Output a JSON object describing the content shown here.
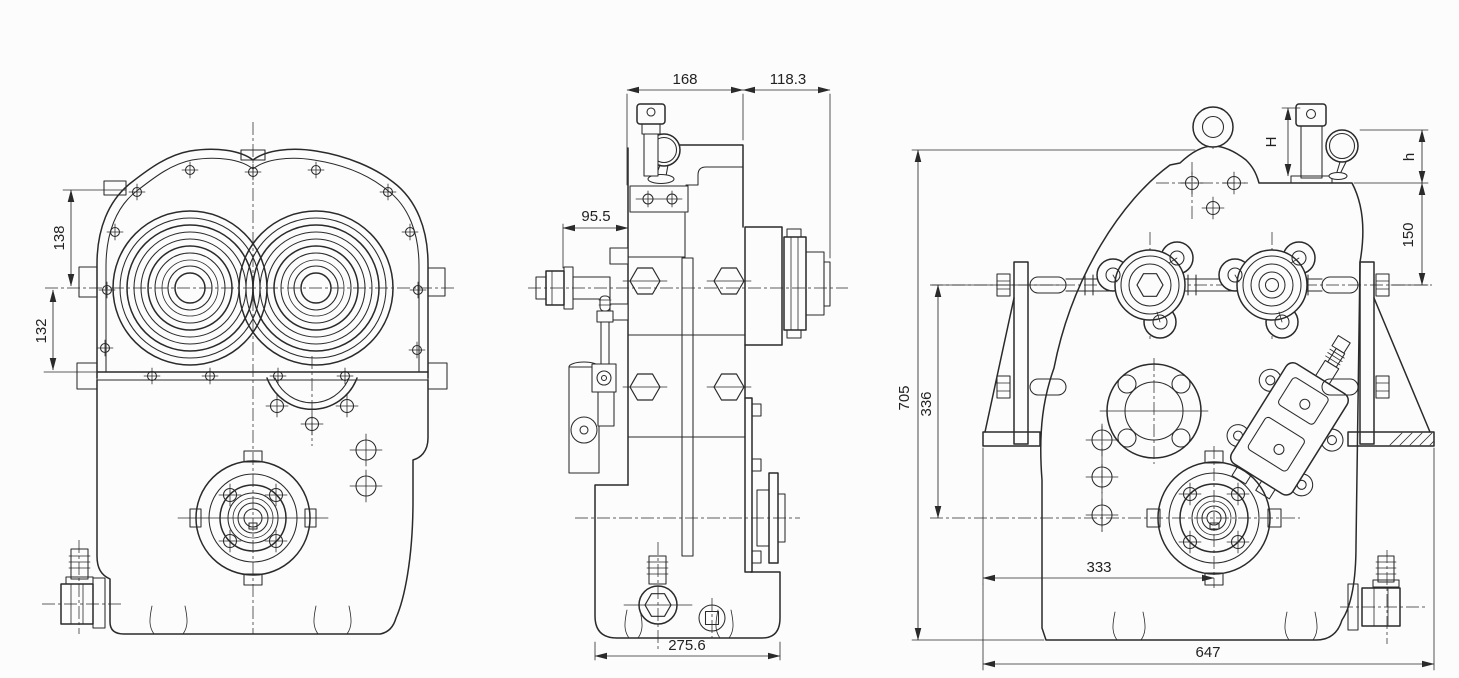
{
  "drawing": {
    "background": "#fcfcfc",
    "line_color": "#2a2a2a",
    "views": {
      "front": {
        "dims": {
          "d138": "138",
          "d132": "132"
        }
      },
      "side": {
        "dims": {
          "d168": "168",
          "d118_3": "118.3",
          "d95_5": "95.5",
          "d275_6": "275.6"
        }
      },
      "rear": {
        "dims": {
          "d705": "705",
          "d336": "336",
          "d150": "150",
          "dH": "H",
          "dh": "h",
          "d333": "333",
          "d647": "647"
        }
      }
    }
  }
}
